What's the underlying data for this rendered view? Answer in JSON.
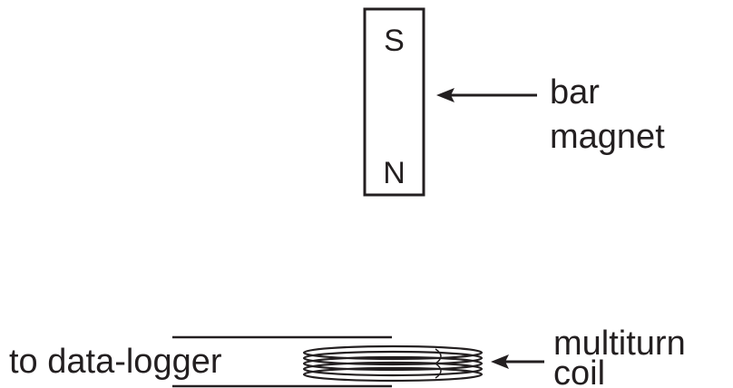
{
  "magnet": {
    "pole_top": "S",
    "pole_bottom": "N",
    "label_line1": "bar",
    "label_line2": "magnet"
  },
  "coil": {
    "label_line1": "multiturn",
    "label_line2": "coil",
    "lead_label": "to data-logger"
  },
  "colors": {
    "ink": "#231f20",
    "background": "#ffffff"
  }
}
